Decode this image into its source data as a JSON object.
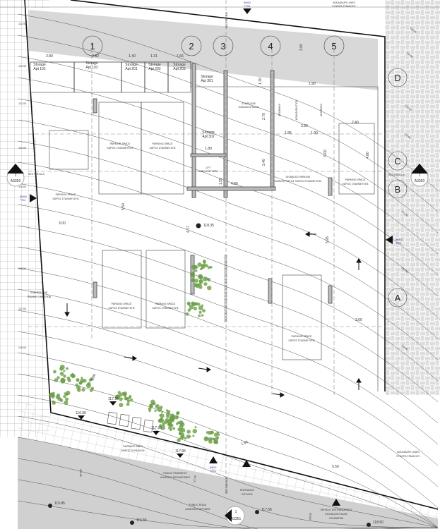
{
  "colors": {
    "paving_grey": "#d3d3d3",
    "road_grey": "#cfcfcf",
    "planting_green": "#6a9e45",
    "line": "#111111"
  },
  "grid": {
    "columns": [
      "1",
      "2",
      "3",
      "4",
      "5"
    ],
    "rows": [
      "D",
      "C",
      "B",
      "A"
    ]
  },
  "storage": [
    {
      "label": "Storage",
      "apt": "Apt 101",
      "dim": "2.80"
    },
    {
      "label": "Storage",
      "apt": "Apt 102",
      "dim": "2.82"
    },
    {
      "label": "Storage",
      "apt": "Apt 201",
      "dim": "1.40"
    },
    {
      "label": "Storage",
      "apt": "Apt 202",
      "dim": "1.31"
    },
    {
      "label": "Storage",
      "apt": "Apt 203",
      "dim": "1.66"
    },
    {
      "label": "Storage",
      "apt": "Apt 301"
    },
    {
      "label": "Storage",
      "apt": "Apt 302",
      "dim": "1.80"
    }
  ],
  "rooms": {
    "staircase": "STAIRCASE",
    "staircase_gr": "ΚΛΙΜΑΚΟΣΤΑΣΙΟ",
    "lift": "LIFT",
    "lift_gr": "ΑΝΕΛΚΥΣΤΗΡΑΣ",
    "wc": "ΑΠΟΘΗΚΗ",
    "public_wc": "ΚΟΙΝΟΧΡΗΣΤΟΣ",
    "storage_gr": "ΑΠΟΘΗΚΗ"
  },
  "parking": {
    "label": "PARKING SPACE",
    "label_gr": "ΧΩΡΟΣ ΣΤΑΘΜΕΥΣΗΣ",
    "disabled": "DISABLED PARKING",
    "disabled_gr": "ΚΟΙΝΟΧΡΗΣΤΟΣ ΧΩΡΟΣ ΣΤΑΘΜΕΥΣΗΣ"
  },
  "dimensions": [
    "3.00",
    "1.90",
    "1.30",
    "1.85",
    "1.90",
    "3.30",
    "2.40",
    "2.70",
    "5.00",
    "4.80",
    "3.40",
    "1.55",
    "4.80",
    "5.50",
    "3.00",
    "4.17",
    "5.95",
    "3.00",
    "3.00",
    "1.80",
    "5.50"
  ],
  "areas": {
    "garbage": "GARBAGE AREA",
    "garbage_gr": "ΧΩΡΟΣ ΣΚΥΒΑΛΩΝ",
    "pavement": "PUBLIC PAVEMENT",
    "pavement_gr": "ΔΗΜΟΣΙΟ ΠΕΖΟΔΡΟΜΙΟ",
    "road": "PUBLIC ROAD",
    "road_gr": "ΔΗΜΟΣΙΟΣ ΔΡΟΜΟΣ",
    "entrance": "ENTRANCE",
    "entrance_gr": "ΕΙΣΟΔΟΣ",
    "vehicle": "VEHICLE ENTRANCE/EXIT",
    "vehicle_gr1": "ΕΙΣΟΔΟΣ/ΕΞΟΔΟΣ",
    "vehicle_gr2": "ΟΧΗΜΑΤΩΝ",
    "boundary": "BOUNDARY LINES",
    "boundary_gr": "ΣΥΝΟΡΑ ΤΕΜΑΧΙΟΥ",
    "meter_line": "3 METER LINE",
    "meter_line_gr": "ΓΡΑΜΜΗ 3 ΜΕΤΡΩΝ"
  },
  "levels": [
    "115.85",
    "116.55",
    "117.55",
    "118.50",
    "116.90",
    "117.95",
    "117.95",
    "117.95",
    "118.35"
  ],
  "markers": {
    "bw01": "BW01",
    "tt01": "TT01",
    "bw02": "BW02",
    "tt02": "TT02",
    "bw04": "BW04",
    "tt04": "TT04",
    "bw03": "BW03",
    "tt03": "TT03"
  },
  "sections": {
    "aa": "SECTION A-A",
    "bb": "SECTION B-B",
    "num": "1",
    "sheet_a": "A3350",
    "sheet_b": "A3351"
  },
  "contours": [
    "122.00",
    "121.00",
    "120.00",
    "119.00",
    "118.00",
    "117.00",
    "116.00",
    "125.00",
    "124.00",
    "123.00",
    "122.00",
    "121.00",
    "120.00",
    "119.00",
    "116.00",
    "117.00",
    "118.00"
  ]
}
